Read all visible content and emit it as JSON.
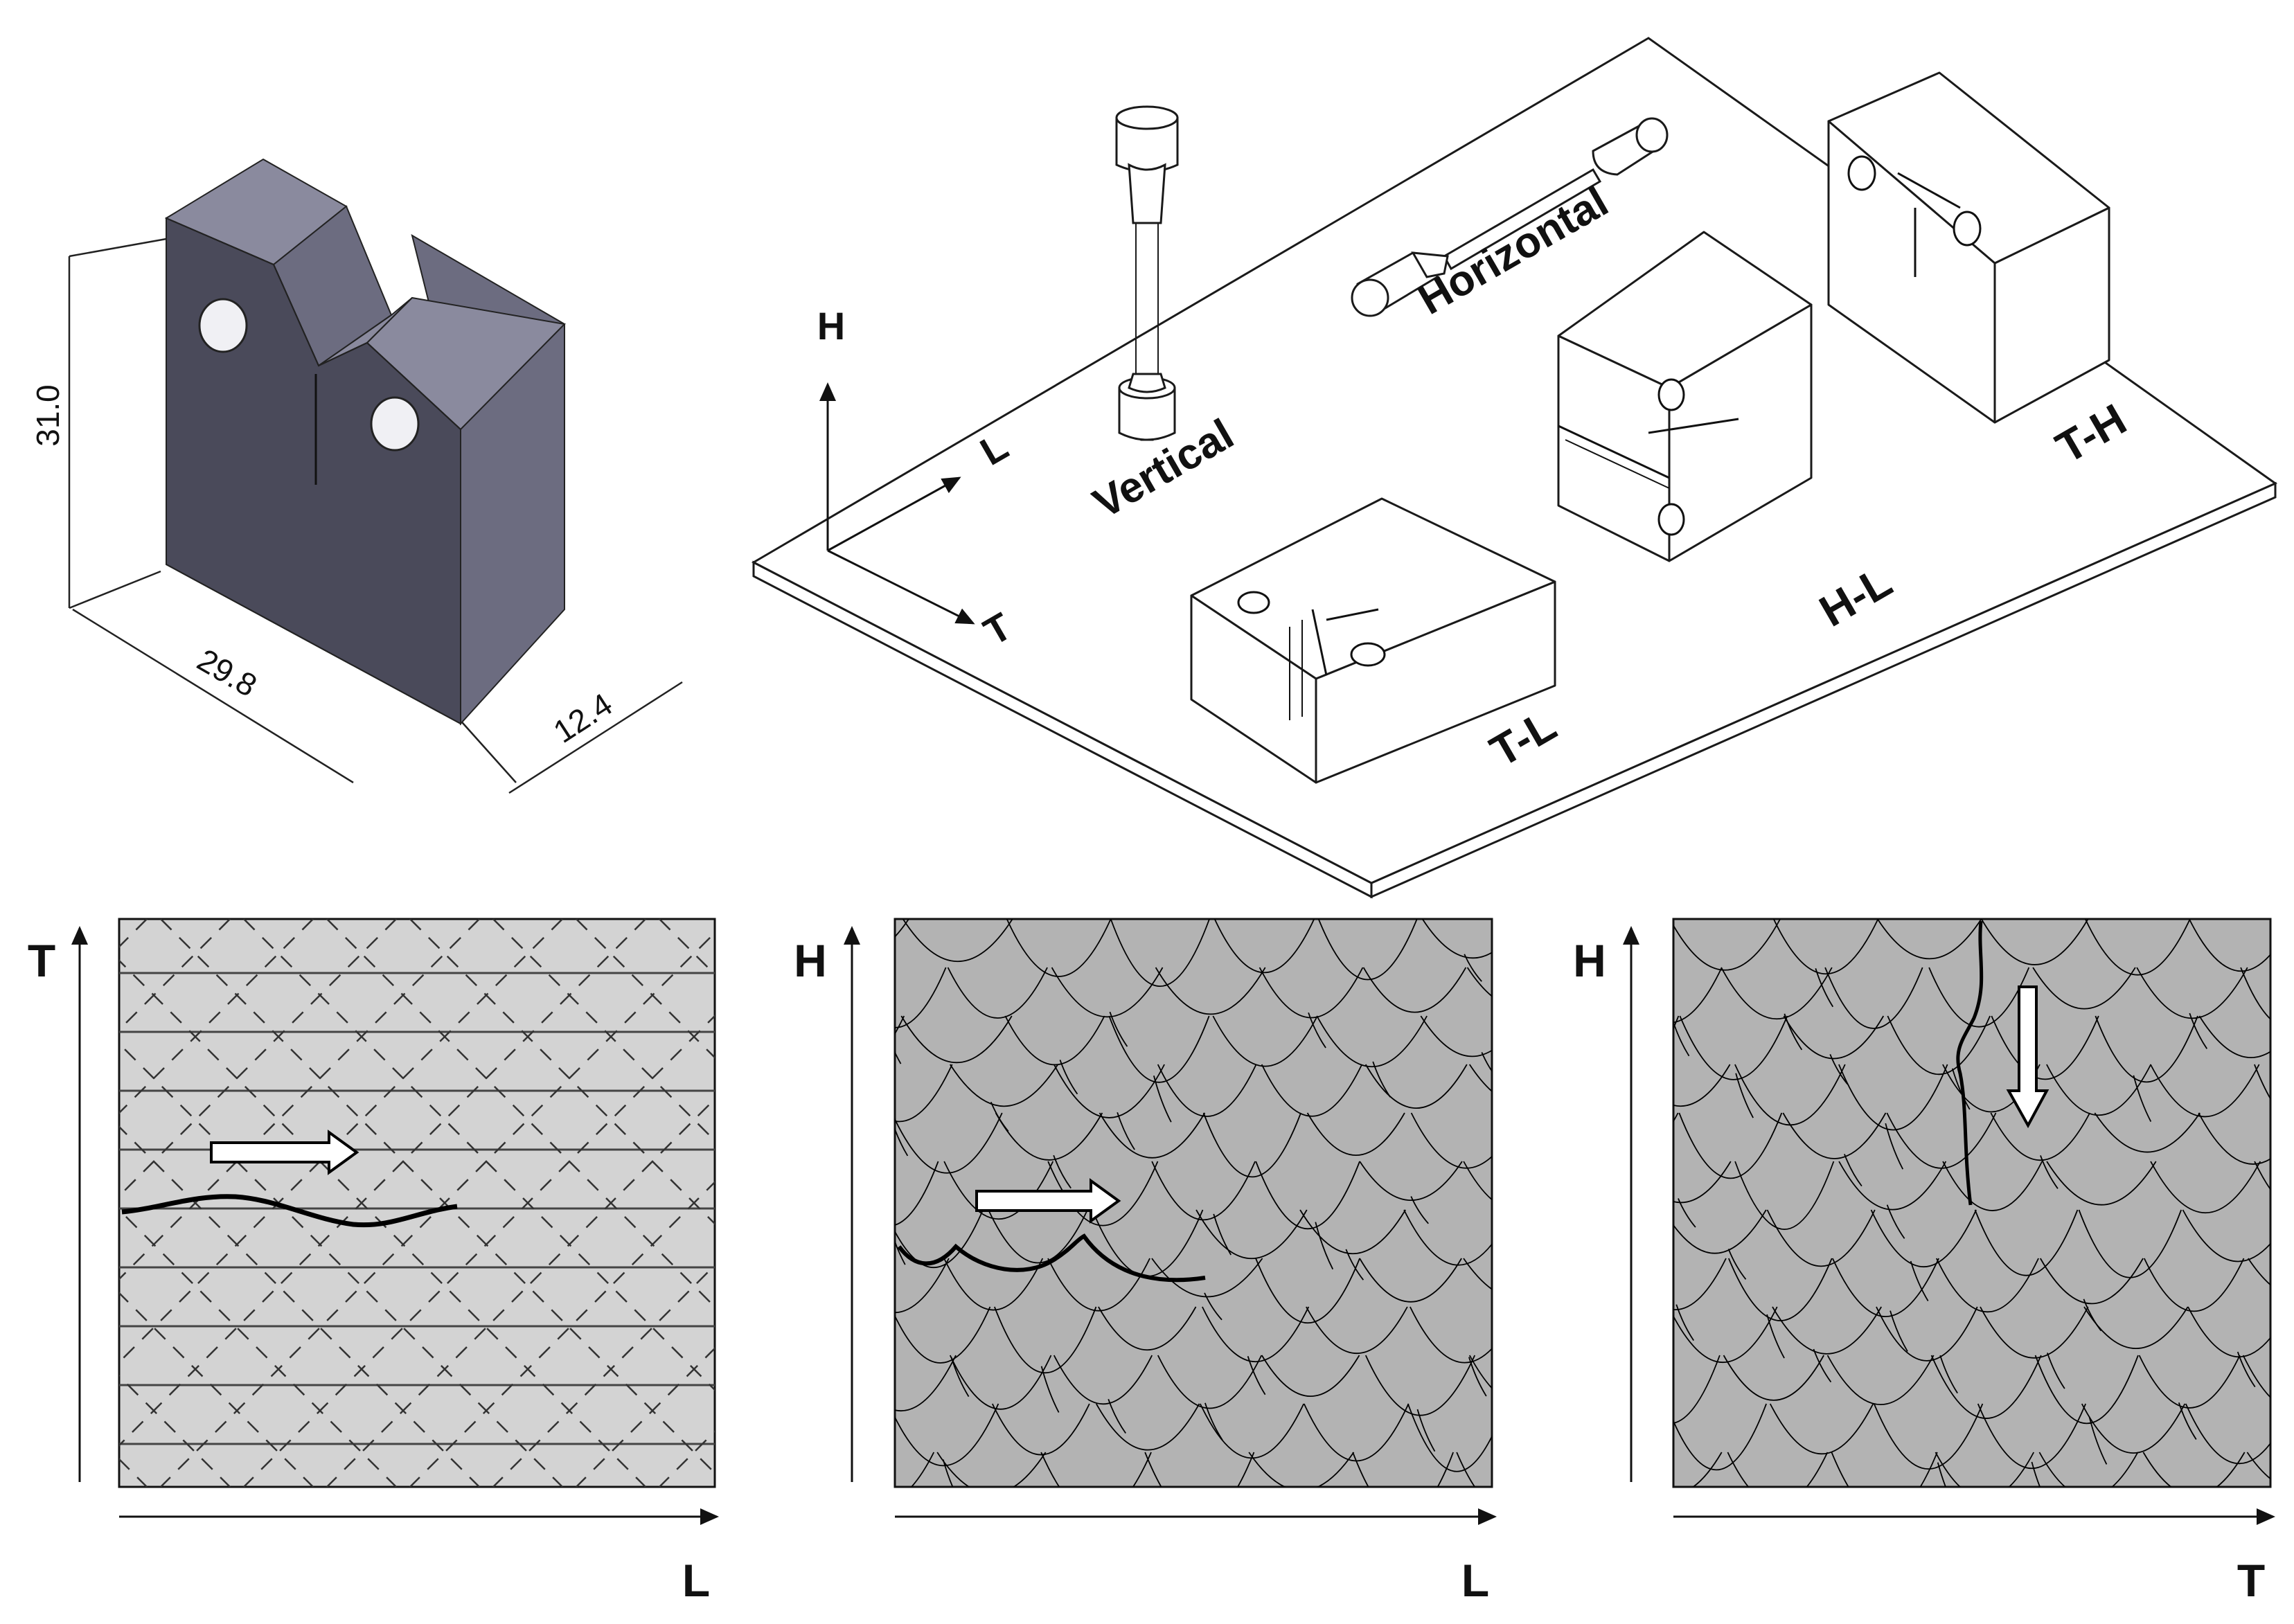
{
  "specimen": {
    "height": "31.0",
    "width": "29.8",
    "thickness": "12.4",
    "colors": {
      "front": "#4a4a5a",
      "top": "#8a8a9e",
      "side": "#6c6c80"
    }
  },
  "plate": {
    "axes": {
      "vertical": "H",
      "longitudinal": "L",
      "transverse": "T"
    },
    "tensile": {
      "vertical": "Vertical",
      "horizontal": "Horizontal"
    },
    "orientations": {
      "tl": "T-L",
      "hl": "H-L",
      "th": "T-H"
    }
  },
  "panels": [
    {
      "y_axis": "T",
      "x_axis": "L",
      "arrow": "right"
    },
    {
      "y_axis": "H",
      "x_axis": "L",
      "arrow": "right"
    },
    {
      "y_axis": "H",
      "x_axis": "T",
      "arrow": "down"
    }
  ],
  "colors": {
    "panel_light": "#d3d3d3",
    "panel_dark": "#b3b3b3",
    "line": "#111111"
  }
}
